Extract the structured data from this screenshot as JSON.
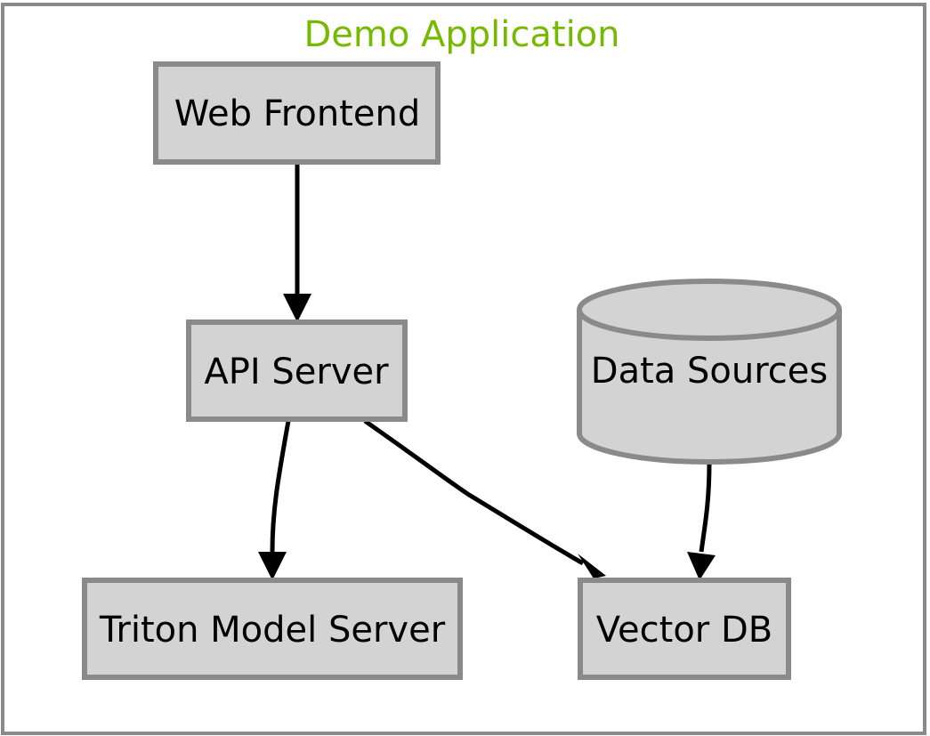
{
  "colors": {
    "title": "#76b900",
    "node_fill": "#d3d3d3",
    "node_border": "#8a8a8a",
    "edge": "#000000",
    "frame_border": "#8a8a8a"
  },
  "title": "Demo Application",
  "nodes": {
    "web_frontend": {
      "label": "Web Frontend",
      "shape": "box"
    },
    "api_server": {
      "label": "API Server",
      "shape": "box"
    },
    "data_sources": {
      "label": "Data Sources",
      "shape": "cylinder"
    },
    "triton_model_server": {
      "label": "Triton Model Server",
      "shape": "box"
    },
    "vector_db": {
      "label": "Vector DB",
      "shape": "box"
    }
  },
  "edges": [
    {
      "from": "web_frontend",
      "to": "api_server"
    },
    {
      "from": "api_server",
      "to": "triton_model_server"
    },
    {
      "from": "api_server",
      "to": "vector_db"
    },
    {
      "from": "data_sources",
      "to": "vector_db"
    }
  ]
}
